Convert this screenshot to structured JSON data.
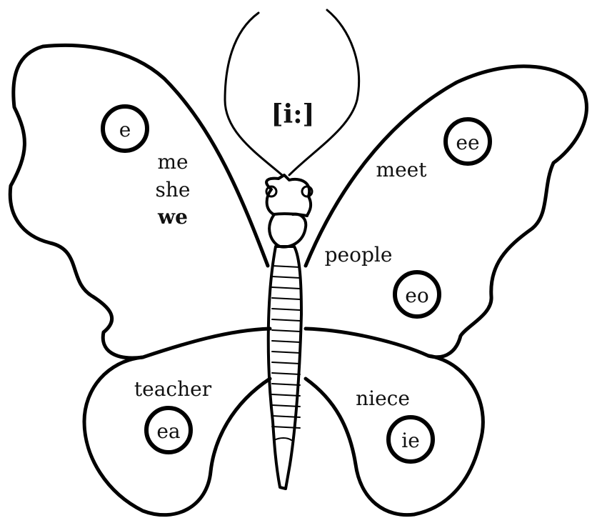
{
  "diagram": {
    "sound": "[i:]",
    "spellings": [
      {
        "grapheme": "e",
        "words": [
          "me",
          "she",
          "we"
        ]
      },
      {
        "grapheme": "ee",
        "words": [
          "meet"
        ]
      },
      {
        "grapheme": "eo",
        "words": [
          "people"
        ]
      },
      {
        "grapheme": "ea",
        "words": [
          "teacher"
        ]
      },
      {
        "grapheme": "ie",
        "words": [
          "niece"
        ]
      }
    ]
  },
  "colors": {
    "ink": "#000000",
    "paper": "#ffffff"
  }
}
